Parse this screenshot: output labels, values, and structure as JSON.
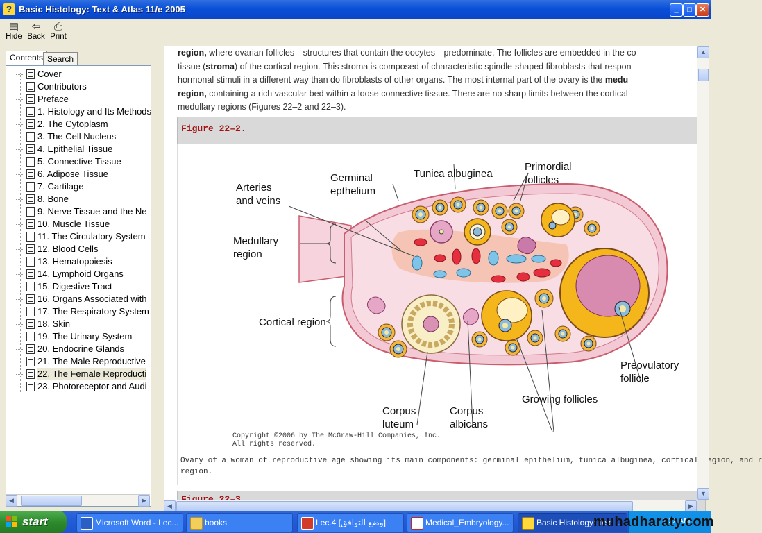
{
  "window": {
    "title": "Basic Histology: Text & Atlas 11/e 2005",
    "buttons": {
      "minimize": "_",
      "maximize": "□",
      "close": "✕"
    }
  },
  "toolbar": {
    "hide_label": "Hide",
    "back_label": "Back",
    "print_label": "Print"
  },
  "nav": {
    "tabs": [
      {
        "label": "Contents"
      },
      {
        "label": "Search"
      }
    ],
    "items": [
      {
        "label": "Cover"
      },
      {
        "label": "Contributors"
      },
      {
        "label": "Preface"
      },
      {
        "label": "1. Histology and Its Methods"
      },
      {
        "label": "2. The Cytoplasm"
      },
      {
        "label": "3. The Cell Nucleus"
      },
      {
        "label": "4. Epithelial Tissue"
      },
      {
        "label": "5. Connective Tissue"
      },
      {
        "label": "6. Adipose Tissue"
      },
      {
        "label": "7. Cartilage"
      },
      {
        "label": "8. Bone"
      },
      {
        "label": "9. Nerve Tissue and the Ne"
      },
      {
        "label": "10. Muscle Tissue"
      },
      {
        "label": "11. The Circulatory System"
      },
      {
        "label": "12. Blood Cells"
      },
      {
        "label": "13. Hematopoiesis"
      },
      {
        "label": "14. Lymphoid Organs"
      },
      {
        "label": "15. Digestive Tract"
      },
      {
        "label": "16. Organs Associated with"
      },
      {
        "label": "17. The Respiratory System"
      },
      {
        "label": "18. Skin"
      },
      {
        "label": "19. The Urinary System"
      },
      {
        "label": "20. Endocrine Glands"
      },
      {
        "label": "21. The Male Reproductive"
      },
      {
        "label": "22. The Female Reproducti"
      },
      {
        "label": "23. Photoreceptor and Audi"
      }
    ],
    "selected_index": 24
  },
  "content": {
    "lines": [
      [
        {
          "b": "region,"
        },
        {
          "t": " where ovarian follicles—structures that contain the oocytes—predominate. The follicles are embedded in the co"
        }
      ],
      [
        {
          "t": "tissue ("
        },
        {
          "b": "stroma"
        },
        {
          "t": ") of the cortical region. This stroma is composed of characteristic spindle-shaped fibroblasts that respon"
        }
      ],
      [
        {
          "t": "hormonal stimuli in a different way than do fibroblasts of other organs. The most internal part of the ovary is the "
        },
        {
          "b": "medu"
        }
      ],
      [
        {
          "b": "region,"
        },
        {
          "t": " containing a rich vascular bed within a loose connective tissue. There are no sharp limits between the cortical"
        }
      ],
      [
        {
          "t": "medullary regions (Figures 22–2 and 22–3)."
        }
      ]
    ],
    "figure_title": "Figure 22–2.",
    "figure_labels": {
      "arteries": "Arteries\nand veins",
      "germinal": "Germinal\nepthelium",
      "tunica": "Tunica albuginea",
      "primordial": "Primordial\nfollicles",
      "medullary": "Medullary\nregion",
      "cortical": "Cortical region",
      "preovulatory": "Preovulatory\nfollicle",
      "growing": "Growing follicles",
      "luteum": "Corpus\nluteum",
      "albicans": "Corpus\nalbicans"
    },
    "copyright_lines": [
      "Copyright ©2006 by The McGraw-Hill Companies, Inc.",
      "All rights reserved."
    ],
    "caption_lines": [
      "Ovary of a woman of reproductive age showing its main components: germinal epithelium, tunica albuginea, cortical region, and r",
      "region."
    ],
    "next_figure_title": "Figure 22–3."
  },
  "taskbar": {
    "start_label": "start",
    "tasks": [
      {
        "label": "Microsoft Word - Lec...",
        "icon": "word-icon"
      },
      {
        "label": "books",
        "icon": "folder-icon"
      },
      {
        "label": "Lec.4 [وضع التوافق]",
        "icon": "word-doc-icon"
      },
      {
        "label": "Medical_Embryology...",
        "icon": "pdf-icon"
      },
      {
        "label": "Basic Histology: Text ...",
        "icon": "help-icon"
      }
    ],
    "clock": "1:22 AM"
  },
  "watermark": "muhadharaty.com",
  "colors": {
    "title_bar": "#0a4fd8",
    "figure_title": "#a01010",
    "ovary_fill": "#f6d3dd",
    "follicle_yellow": "#f4b61a"
  }
}
